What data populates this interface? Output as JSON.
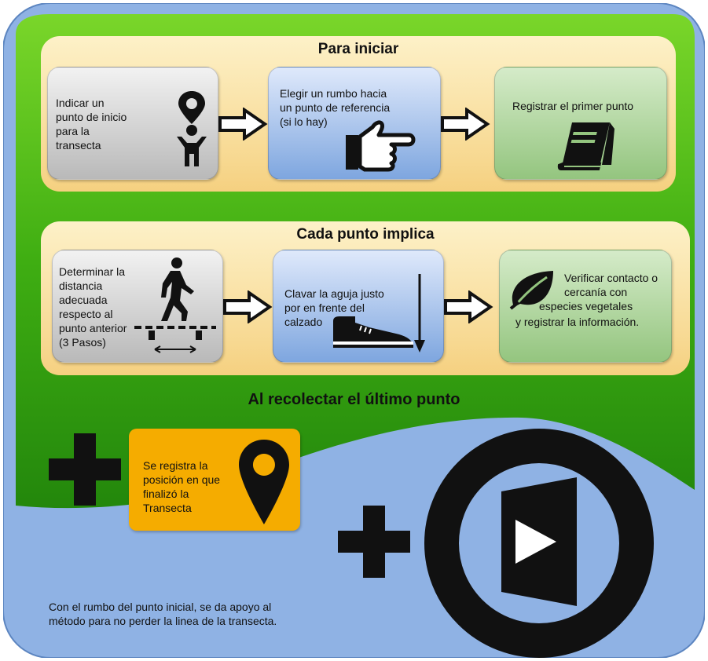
{
  "section1": {
    "title": "Para iniciar",
    "box1": [
      "Indicar un",
      "punto de inicio",
      "para la",
      "transecta"
    ],
    "box2": [
      "Elegir un rumbo hacia",
      "un punto de referencia",
      "(si lo hay)"
    ],
    "box3": [
      "Registrar el primer punto"
    ]
  },
  "section2": {
    "title": "Cada punto implica",
    "box1": [
      "Determinar la",
      "distancia",
      "adecuada",
      "respecto al",
      "punto anterior",
      "(3 Pasos)"
    ],
    "box2": [
      "Clavar la aguja justo",
      "por en frente del",
      "calzado"
    ],
    "box3": [
      "Verificar contacto o",
      "cercanía con",
      "especies vegetales",
      "y registrar la información."
    ]
  },
  "section3": {
    "title": "Al recolectar el último punto",
    "orange_box": [
      "Se registra la",
      "posición en que",
      "finalizó la",
      "Transecta"
    ],
    "footnote": [
      "Con el rumbo del punto inicial, se da apoyo al",
      "método para no perder la linea de la transecta."
    ]
  },
  "colors": {
    "background_blue": "#8fb2e4",
    "background_green": "#3aa80e",
    "panel": "#f7d890",
    "gray_box": "#c8c8c8",
    "blue_box": "#9ebbe8",
    "green_box": "#a8d08f",
    "orange_box": "#f5ac00"
  },
  "icons": [
    "map-pin-person-icon",
    "arrow-right-icon",
    "pointing-hand-icon",
    "book-icon",
    "walking-person-icon",
    "shoe-icon",
    "down-arrow-icon",
    "leaf-icon",
    "plus-icon",
    "location-pin-icon",
    "compass-icon"
  ]
}
